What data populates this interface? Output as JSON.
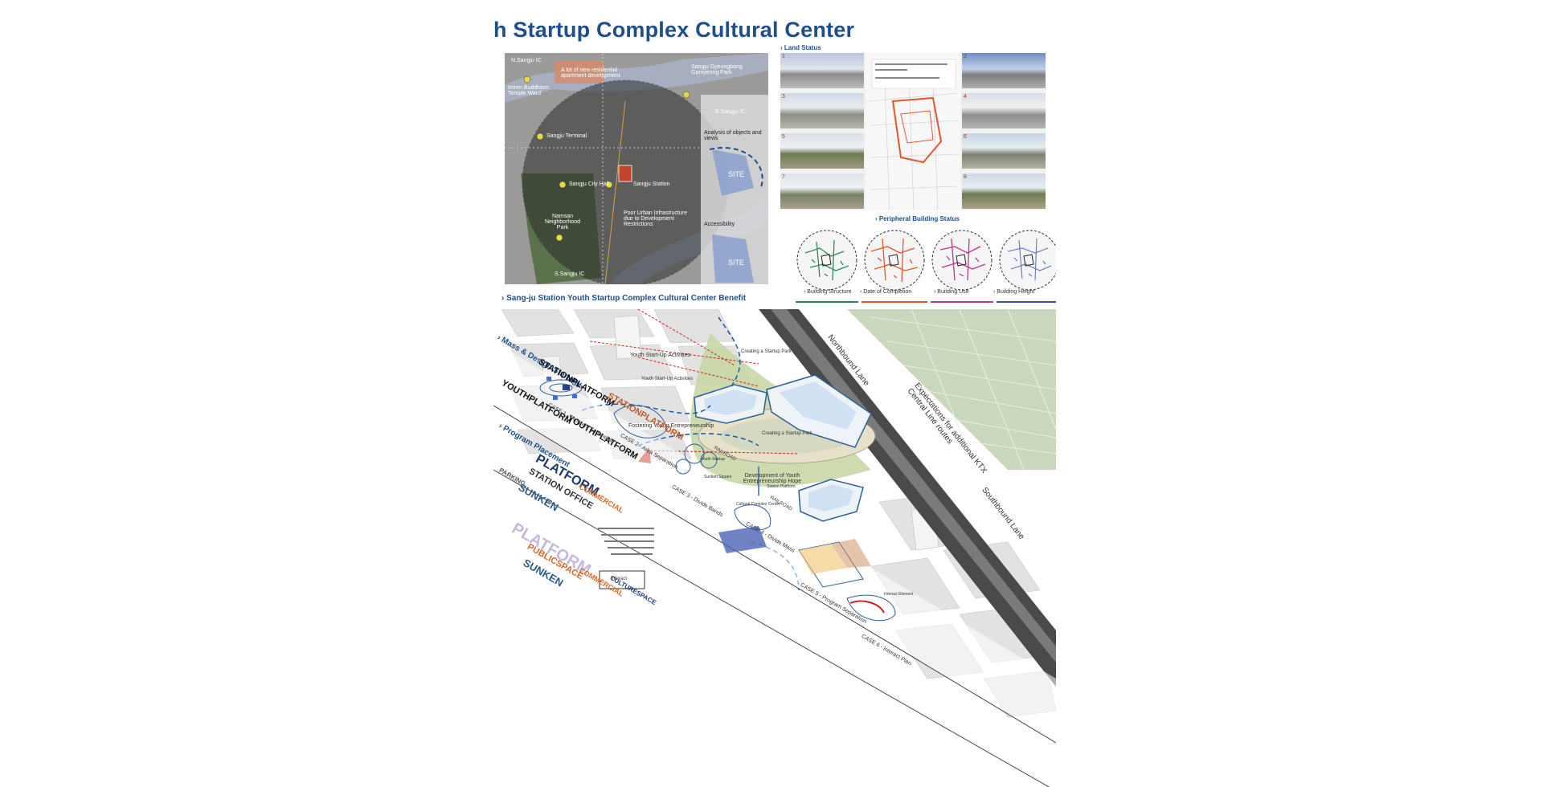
{
  "title": "h Startup Complex Cultural Center",
  "site_map": {
    "labels": [
      "N.Sangju IC",
      "A lot of new residential apartment development",
      "Imren Buddhism Temple Ward",
      "Sangju Gyeongbang Gamyeong Park",
      "Sangju Terminal",
      "E.Sangju IC",
      "Sangju City Hall",
      "Sangju Station",
      "Analysis of objects and views",
      "Poor Urban Infrastructure due to Development Restrictions",
      "Namsan Neighborhood Park",
      "Accessibility",
      "S.Sangju IC",
      "SITE",
      "SITE"
    ]
  },
  "land_status": {
    "heading": "Land Status",
    "photo_numbers": [
      "1",
      "2",
      "3",
      "4",
      "5",
      "6",
      "7",
      "8"
    ]
  },
  "peripheral": {
    "heading": "Peripheral Building Status",
    "legend": [
      "Building Structure",
      "Date of Completion",
      "Building Use",
      "Building Height"
    ],
    "colors": [
      "#2e8b57",
      "#e0572c",
      "#b53a8c",
      "#3a57a8"
    ]
  },
  "benefit": {
    "heading": "Sang-ju Station Youth Startup Complex Cultural Center Benefit",
    "labels": [
      "Youth Start-Up Activities",
      "Youth Start-Up Activities",
      "Creating a Startup Park",
      "Fostering Young Entrepreneurship",
      "Creating a Startup Park",
      "Development of Youth Entrepreneurship Hope",
      "Northbound Lane",
      "Expectations for additional KTX Central Line routes",
      "Southbound Lane"
    ]
  },
  "mass": {
    "heading": "Mass & Design Startegy",
    "station_word": "STATIONPLATFORM",
    "youth_word": "YOUTHPLATFORM",
    "cases": [
      "CASE 1 - Program Separation",
      "CASE 2 - Area Separation",
      "CASE 3 - Divide Bands",
      "CASE 4 - Divide Mass",
      "CASE 5 - Program Separation",
      "CASE 6 - Interact Plan"
    ],
    "small": [
      "Youth Startup",
      "Sunken Square",
      "RAILROAD",
      "Station Platform",
      "Cultural Complex Center",
      "RAILROAD",
      "Interact Element"
    ]
  },
  "program": {
    "heading": "Program Placement",
    "words_top": [
      "PLATFORM",
      "STATION OFFICE",
      "SUNKEN",
      "COMMERCIAL",
      "PARKING"
    ],
    "words_bottom": [
      "PLATFORM",
      "PUBLICSPACE",
      "SUNKEN",
      "COMMERCIAL",
      "CULTURESPACE"
    ],
    "note_box": "Interact"
  }
}
